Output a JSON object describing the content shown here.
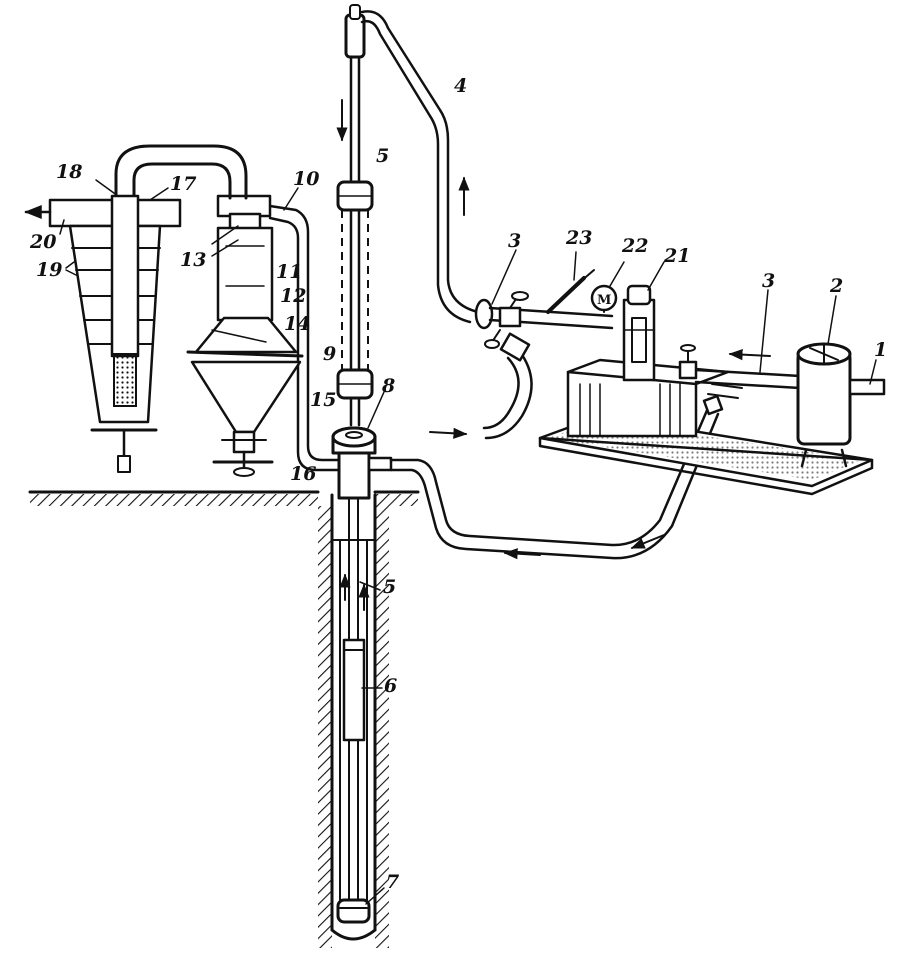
{
  "labels": {
    "l1": "1",
    "l2": "2",
    "l3a": "3",
    "l3b": "3",
    "l4": "4",
    "l5a": "5",
    "l5b": "5",
    "l6": "6",
    "l7": "7",
    "l8": "8",
    "l9": "9",
    "l10": "10",
    "l11": "11",
    "l12": "12",
    "l13": "13",
    "l14": "14",
    "l15": "15",
    "l16": "16",
    "l17": "17",
    "l18": "18",
    "l19": "19",
    "l20": "20",
    "l21": "21",
    "l22": "22",
    "l23": "23"
  },
  "gauge_letter": "M",
  "colors": {
    "ink": "#111111",
    "paper": "#ffffff"
  },
  "icons": [
    "compressor-tank-icon",
    "pressure-gauge-icon",
    "valve-icon",
    "cyclone-separator-icon",
    "bag-filter-icon",
    "well-borehole-icon"
  ]
}
